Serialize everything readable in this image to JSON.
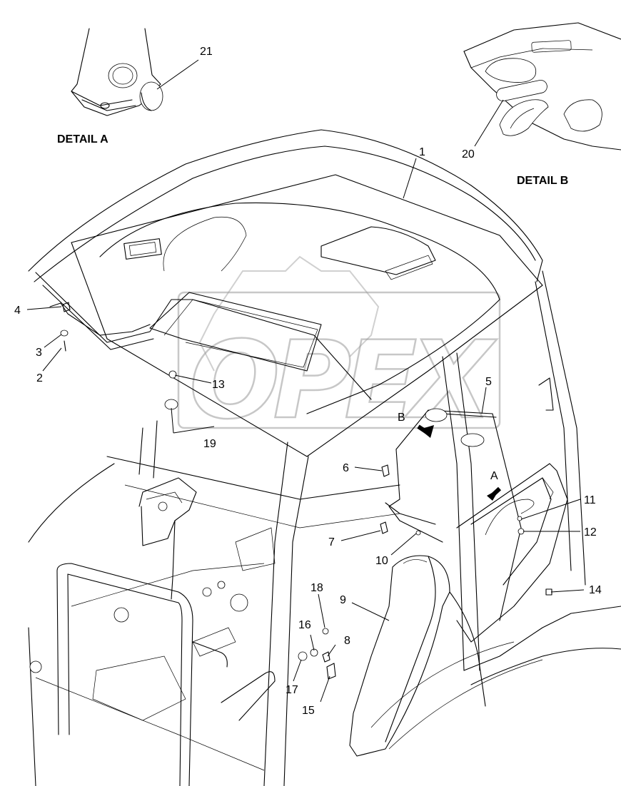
{
  "details": {
    "a": "DETAIL A",
    "b": "DETAIL B"
  },
  "watermark": "OPEX",
  "callouts": [
    "1",
    "2",
    "3",
    "4",
    "5",
    "6",
    "7",
    "8",
    "9",
    "10",
    "11",
    "12",
    "13",
    "14",
    "15",
    "16",
    "17",
    "18",
    "19",
    "20",
    "21"
  ],
  "view_letters": {
    "a": "A",
    "b": "B"
  }
}
